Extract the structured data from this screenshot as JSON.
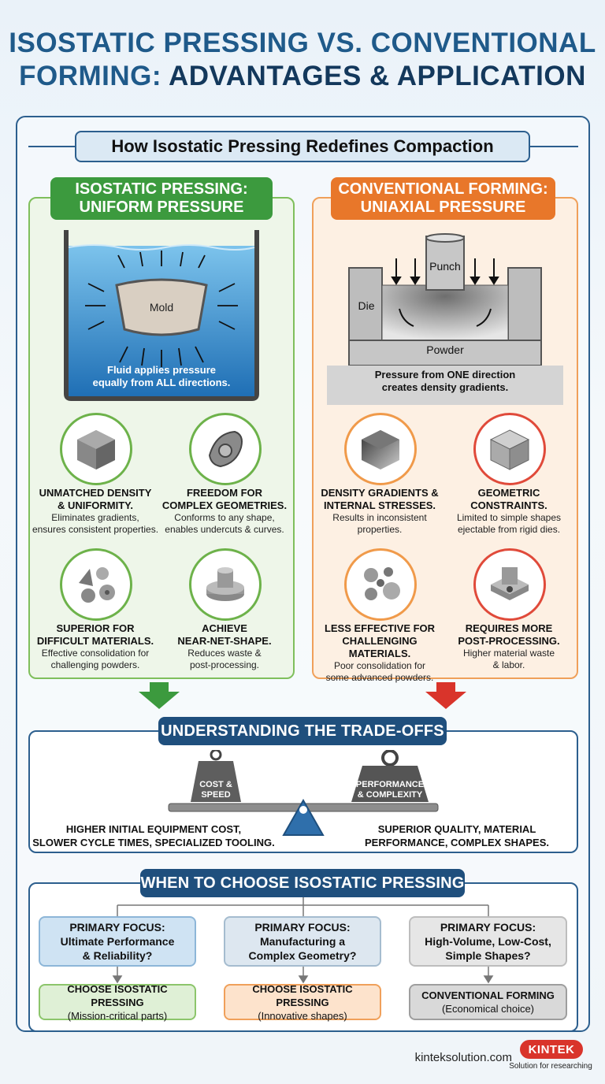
{
  "title": {
    "line1": "ISOSTATIC PRESSING VS. CONVENTIONAL",
    "line2a": "FORMING:",
    "line2b": "ADVANTAGES & APPLICATION"
  },
  "banner": "How Isostatic Pressing Redefines Compaction",
  "isostatic": {
    "header_line1": "ISOSTATIC PRESSING:",
    "header_line2": "UNIFORM PRESSURE",
    "mold_label": "Mold",
    "caption_line1": "Fluid applies pressure",
    "caption_line2": "equally from ALL directions.",
    "features": [
      {
        "h1": "UNMATCHED DENSITY",
        "h2": "& UNIFORMITY.",
        "b1": "Eliminates gradients,",
        "b2": "ensures consistent properties."
      },
      {
        "h1": "FREEDOM FOR",
        "h2": "COMPLEX GEOMETRIES.",
        "b1": "Conforms to any shape,",
        "b2": "enables undercuts & curves."
      },
      {
        "h1": "SUPERIOR FOR",
        "h2": "DIFFICULT MATERIALS.",
        "b1": "Effective consolidation for",
        "b2": "challenging powders."
      },
      {
        "h1": "ACHIEVE",
        "h2": "NEAR-NET-SHAPE.",
        "b1": "Reduces waste &",
        "b2": "post-processing."
      }
    ]
  },
  "conventional": {
    "header_line1": "CONVENTIONAL FORMING:",
    "header_line2": "UNIAXIAL PRESSURE",
    "punch_label": "Punch",
    "die_label": "Die",
    "powder_label": "Powder",
    "caption_line1": "Pressure from ONE direction",
    "caption_line2": "creates density gradients.",
    "features": [
      {
        "h1": "DENSITY GRADIENTS &",
        "h2": "INTERNAL STRESSES.",
        "b1": "Results in inconsistent",
        "b2": "properties."
      },
      {
        "h1": "GEOMETRIC",
        "h2": "CONSTRAINTS.",
        "b1": "Limited to simple shapes",
        "b2": "ejectable from rigid dies."
      },
      {
        "h1": "LESS EFFECTIVE FOR",
        "h2": "CHALLENGING MATERIALS.",
        "b1": "Poor consolidation for",
        "b2": "some advanced powders."
      },
      {
        "h1": "REQUIRES MORE",
        "h2": "POST-PROCESSING.",
        "b1": "Higher material waste",
        "b2": "& labor."
      }
    ]
  },
  "tradeoffs": {
    "heading": "UNDERSTANDING THE TRADE-OFFS",
    "weight_left_line1": "COST &",
    "weight_left_line2": "SPEED",
    "weight_right_line1": "PERFORMANCE",
    "weight_right_line2": "& COMPLEXITY",
    "left_line1": "HIGHER INITIAL EQUIPMENT COST,",
    "left_line2": "SLOWER CYCLE TIMES, SPECIALIZED TOOLING.",
    "right_line1": "SUPERIOR QUALITY, MATERIAL",
    "right_line2": "PERFORMANCE, COMPLEX SHAPES."
  },
  "choose": {
    "heading": "WHEN TO CHOOSE ISOSTATIC PRESSING",
    "columns": [
      {
        "f1": "PRIMARY FOCUS:",
        "f2": "Ultimate Performance",
        "f3": "& Reliability?",
        "c1": "CHOOSE ISOSTATIC PRESSING",
        "c2": "(Mission-critical parts)"
      },
      {
        "f1": "PRIMARY FOCUS:",
        "f2": "Manufacturing a",
        "f3": "Complex Geometry?",
        "c1": "CHOOSE ISOSTATIC PRESSING",
        "c2": "(Innovative shapes)"
      },
      {
        "f1": "PRIMARY FOCUS:",
        "f2": "High-Volume, Low-Cost,",
        "f3": "Simple Shapes?",
        "c1": "CONVENTIONAL FORMING",
        "c2": "(Economical choice)"
      }
    ]
  },
  "footer": {
    "site": "kinteksolution.com",
    "logo": "KINTEK",
    "tagline": "Solution for researching"
  },
  "colors": {
    "navy": "#1f4f7d",
    "green": "#3c9a3e",
    "orange": "#e8772a",
    "red": "#d9342b"
  }
}
